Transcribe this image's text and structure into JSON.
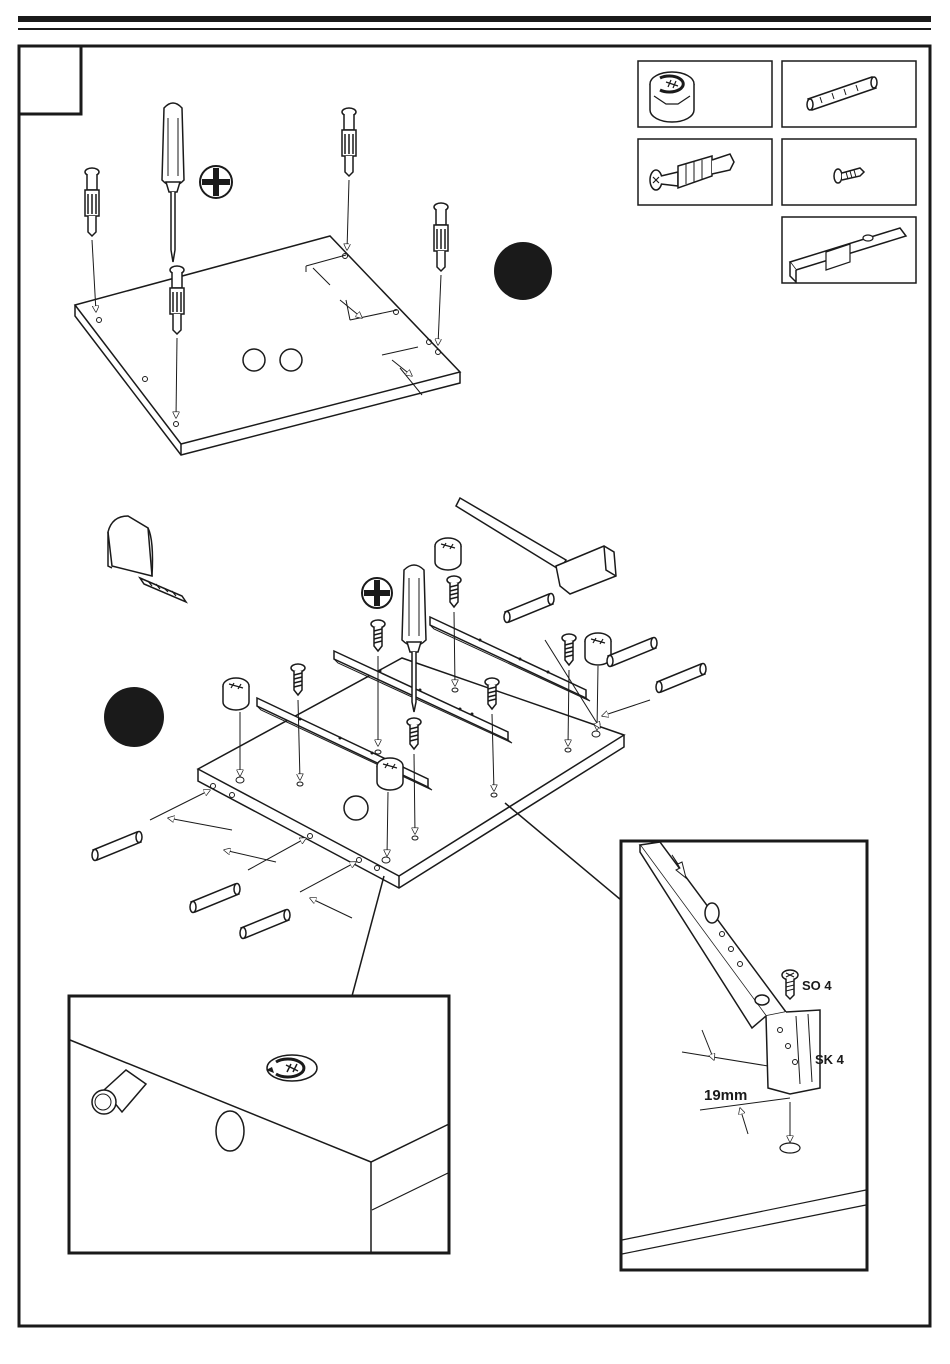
{
  "step": {
    "number": ""
  },
  "hardware": [
    {
      "name": "cam-lock"
    },
    {
      "name": "wooden-dowel"
    },
    {
      "name": "cam-bolt"
    },
    {
      "name": "drawer-screw"
    },
    {
      "name": "drawer-runner"
    }
  ],
  "detail_runner": {
    "screw_code": "SO 4",
    "runner_code": "SK 4",
    "offset": "19mm"
  },
  "icons": [
    "phillips-screwdriver-icon",
    "tape-measure-icon",
    "hammer-icon"
  ],
  "colors": {
    "ink": "#1a1a1a",
    "paper": "#ffffff"
  }
}
